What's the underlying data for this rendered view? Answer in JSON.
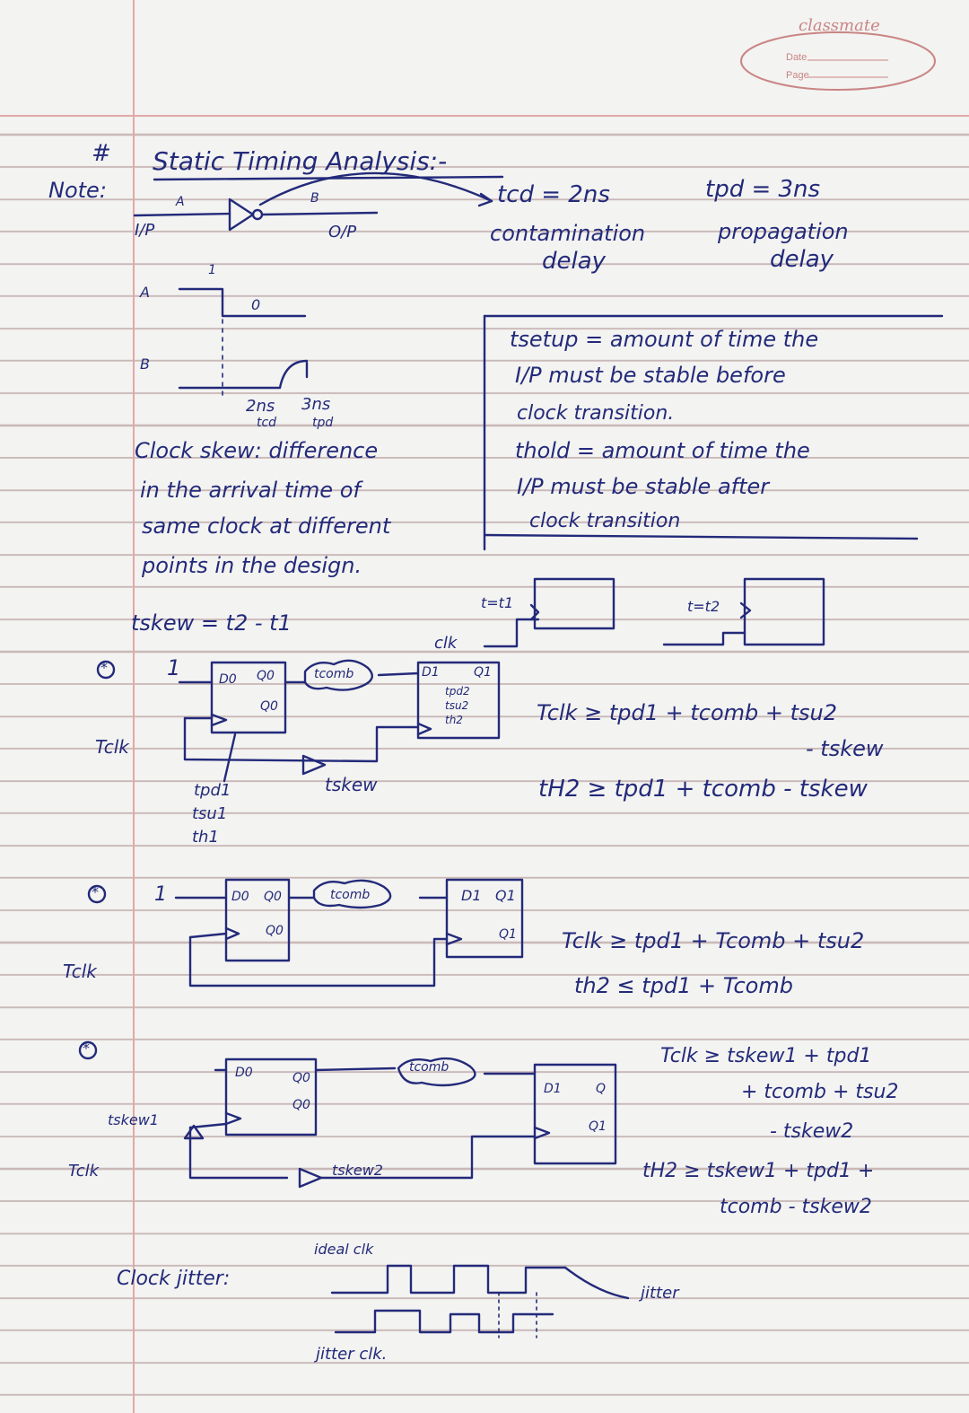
{
  "brand": {
    "name": "classmate",
    "date_label": "Date",
    "page_label": "Page"
  },
  "header": {
    "hash": "#",
    "title": "Static Timing Analysis:-",
    "note": "Note:"
  },
  "gate": {
    "in_label": "I/P",
    "out_label": "O/P",
    "node_a": "A",
    "node_b": "B"
  },
  "delays": {
    "tcd": "tcd = 2ns",
    "tcd_name_1": "contamination",
    "tcd_name_2": "delay",
    "tpd": "tpd = 3ns",
    "tpd_name_1": "propagation",
    "tpd_name_2": "delay"
  },
  "waveform": {
    "a_label": "A",
    "b_label": "B",
    "high": "1",
    "low": "0",
    "t1": "2ns",
    "t2": "3ns",
    "t1_name": "tcd",
    "t2_name": "tpd"
  },
  "setup_hold": {
    "l1": "tsetup = amount of time the",
    "l2": "I/P must be stable before",
    "l3": "clock transition.",
    "l4": "thold = amount of time the",
    "l5": "I/P must be stable after",
    "l6": "clock transition"
  },
  "skew": {
    "l1": "Clock skew: difference",
    "l2": "in the arrival time of",
    "l3": "same clock at different",
    "l4": "points in the design.",
    "formula": "tskew = t2 - t1",
    "t1_label": "t=t1",
    "t2_label": "t=t2"
  },
  "circuit1": {
    "star": "*",
    "one": "1",
    "clk_top": "clk",
    "d0": "D0",
    "q0": "Q0",
    "q0b": "Q0",
    "comb": "tcomb",
    "d1": "D1",
    "q1": "Q1",
    "inner1": "tpd2",
    "inner2": "tsu2",
    "inner3": "th2",
    "tclk": "Tclk",
    "tskew": "tskew",
    "tpd1": "tpd1",
    "tsu1": "tsu1",
    "th1": "th1",
    "eq1a": "Tclk ≥ tpd1 + tcomb + tsu2",
    "eq1b": "- tskew",
    "eq2": "tH2 ≥ tpd1 + tcomb - tskew"
  },
  "circuit2": {
    "star": "*",
    "one": "1",
    "d0": "D0",
    "q0": "Q0",
    "q0b": "Q0",
    "comb": "tcomb",
    "d1": "D1",
    "q1": "Q1",
    "q1b": "Q1",
    "tclk": "Tclk",
    "eq1": "Tclk ≥ tpd1 + Tcomb + tsu2",
    "eq2": "th2 ≤ tpd1 + Tcomb"
  },
  "circuit3": {
    "star": "*",
    "d0": "D0",
    "q0": "Q0",
    "q0b": "Q0",
    "comb": "tcomb",
    "d1": "D1",
    "q1": "Q",
    "q1b": "Q1",
    "tskew1": "tskew1",
    "tskew2": "tskew2",
    "tclk": "Tclk",
    "eq1a": "Tclk ≥ tskew1 + tpd1",
    "eq1b": "+ tcomb + tsu2",
    "eq1c": "- tskew2",
    "eq2a": "tH2 ≥ tskew1 + tpd1 +",
    "eq2b": "tcomb - tskew2"
  },
  "jitter": {
    "label": "Clock jitter:",
    "ideal": "ideal clk",
    "jitter_clk": "jitter clk.",
    "jitter": "jitter"
  }
}
